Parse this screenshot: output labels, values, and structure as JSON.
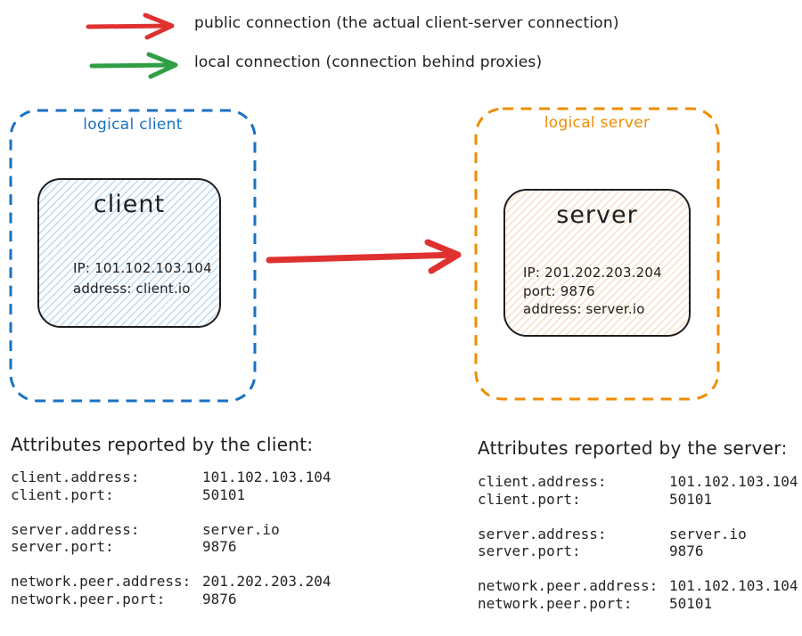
{
  "colors": {
    "public_arrow": "#e03131",
    "local_arrow": "#2f9e44",
    "logical_client_border": "#1971c2",
    "logical_server_border": "#f08c00",
    "node_border": "#1e1e1e",
    "client_fill_hatch": "#a5d8ff",
    "server_fill_hatch": "#f5d9b8",
    "ink": "#1e1e1e"
  },
  "legend": {
    "public": {
      "label": "public connection (the actual client-server connection)"
    },
    "local": {
      "label": "local connection (connection behind proxies)"
    }
  },
  "client_group": {
    "label": "logical client",
    "node": {
      "title": "client",
      "lines": [
        "IP: 101.102.103.104",
        "address: client.io"
      ]
    }
  },
  "server_group": {
    "label": "logical server",
    "node": {
      "title": "server",
      "lines": [
        "IP: 201.202.203.204",
        "port: 9876",
        "address: server.io"
      ]
    }
  },
  "client_attrs": {
    "title": "Attributes reported by the client:",
    "rows": [
      {
        "key": "client.address:",
        "value": "101.102.103.104"
      },
      {
        "key": "client.port:",
        "value": "50101"
      },
      {
        "key": "server.address:",
        "value": "server.io"
      },
      {
        "key": "server.port:",
        "value": "9876"
      },
      {
        "key": "network.peer.address:",
        "value": "201.202.203.204"
      },
      {
        "key": "network.peer.port:",
        "value": "9876"
      }
    ]
  },
  "server_attrs": {
    "title": "Attributes reported by the server:",
    "rows": [
      {
        "key": "client.address:",
        "value": "101.102.103.104"
      },
      {
        "key": "client.port:",
        "value": "50101"
      },
      {
        "key": "server.address:",
        "value": "server.io"
      },
      {
        "key": "server.port:",
        "value": "9876"
      },
      {
        "key": "network.peer.address:",
        "value": "101.102.103.104"
      },
      {
        "key": "network.peer.port:",
        "value": "50101"
      }
    ]
  }
}
